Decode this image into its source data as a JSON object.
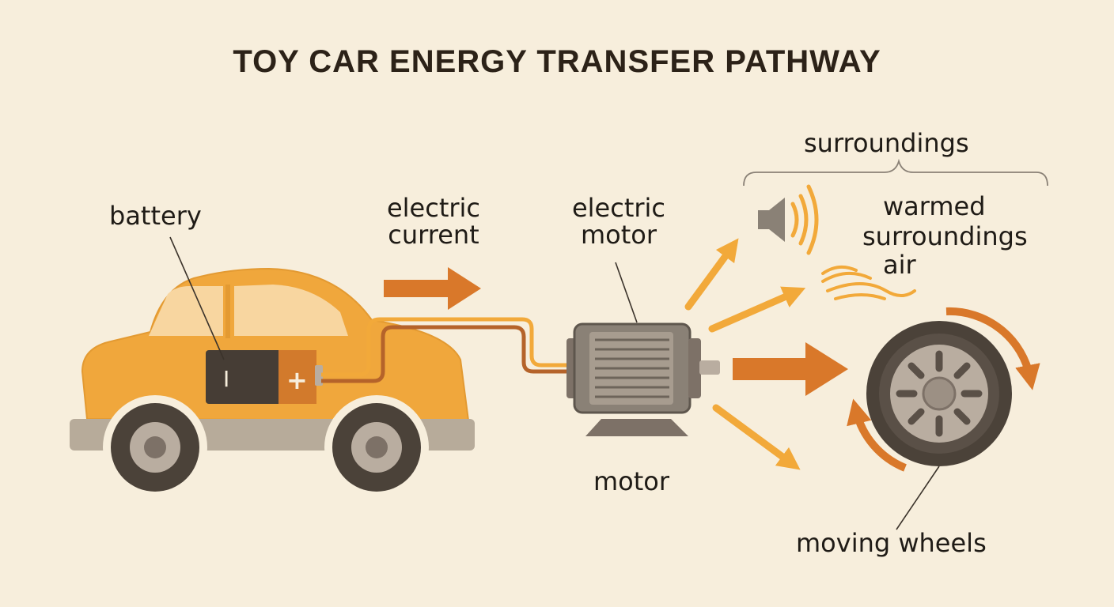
{
  "title": "TOY CAR ENERGY TRANSFER PATHWAY",
  "labels": {
    "battery": "battery",
    "electric_current": [
      "electric",
      "current"
    ],
    "electric_motor": [
      "electric",
      "motor"
    ],
    "motor": "motor",
    "surroundings": "surroundings",
    "warmed": [
      "warmed",
      "surroundings",
      "air"
    ],
    "moving_wheels": "moving wheels"
  },
  "battery_terminals": {
    "negative": "I",
    "positive": "+"
  },
  "icons": [
    "toy-car-icon",
    "battery-icon",
    "electric-motor-icon",
    "speaker-icon",
    "sound-waves-icon",
    "heat-waves-icon",
    "wheel-icon",
    "rotation-arrow-icon"
  ],
  "colors": {
    "background": "#f7eedc",
    "car": "#f0a73c",
    "arrow_dark": "#d9782a",
    "arrow_light": "#f2a93a",
    "motor_gray": "#8a8176",
    "tire": "#4b4239",
    "text": "#1f1b16"
  }
}
